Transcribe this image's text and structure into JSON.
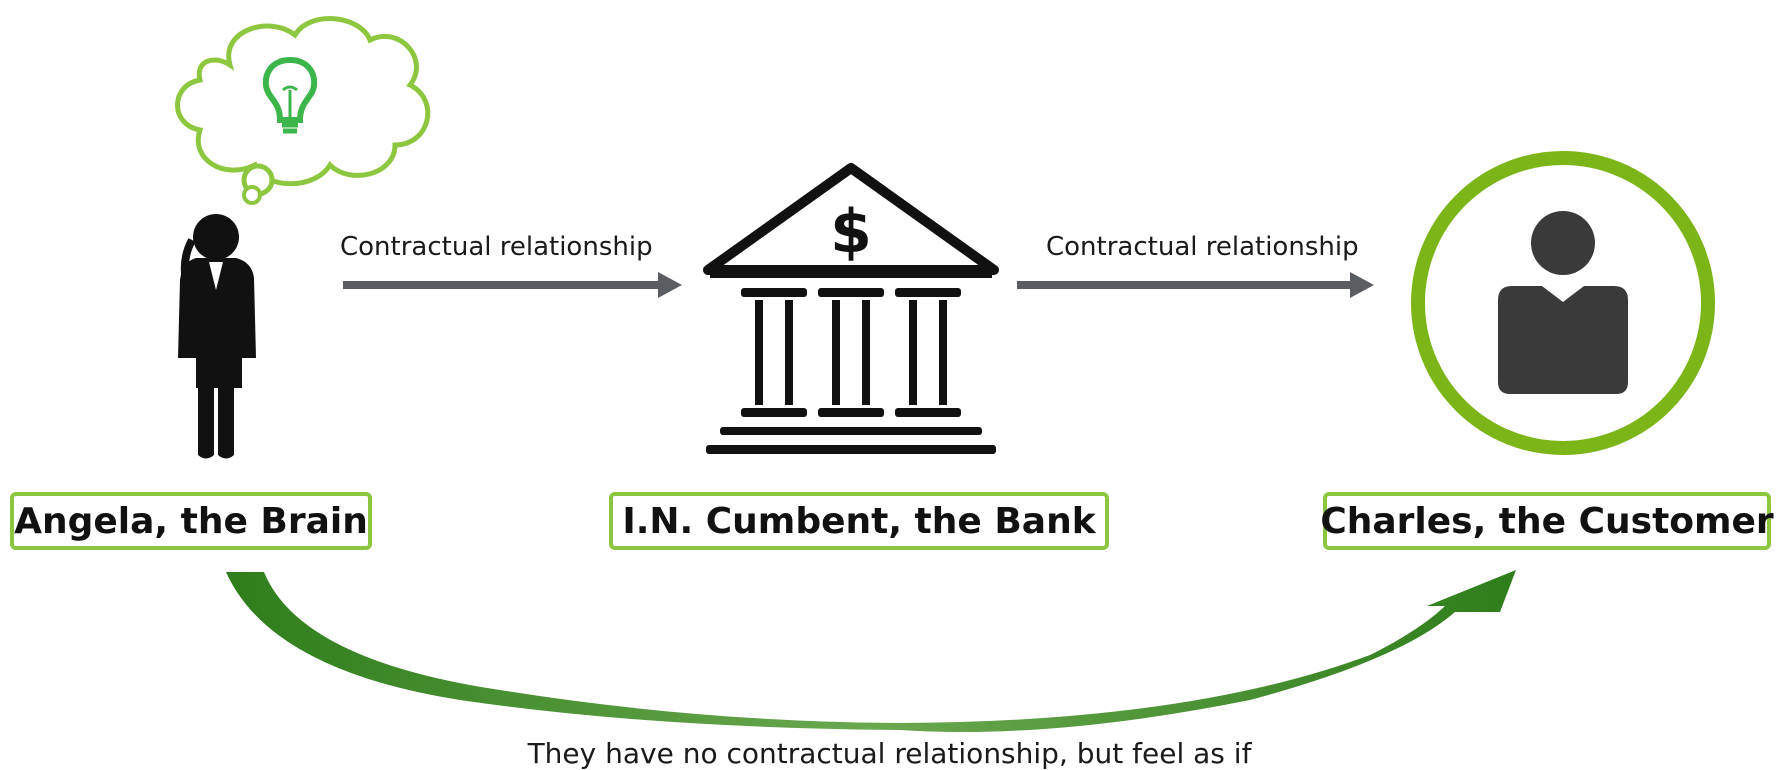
{
  "colors": {
    "accent_green": "#8dc63f",
    "dark_green": "#2e7d1b",
    "arrow_gray": "#5a5d61",
    "icon_black": "#111111",
    "customer_gray": "#3a3a3a"
  },
  "icons": {
    "thought": "lightbulb-thought-cloud-icon",
    "person": "businesswoman-icon",
    "bank": "bank-building-icon",
    "customer": "customer-avatar-icon"
  },
  "edges": [
    {
      "label": "Contractual relationship"
    },
    {
      "label": "Contractual relationship"
    }
  ],
  "nodes": {
    "brain": "Angela, the Brain",
    "bank": "I.N. Cumbent, the Bank",
    "customer": "Charles, the Customer"
  },
  "caption": "They have no contractual relationship, but feel as if"
}
